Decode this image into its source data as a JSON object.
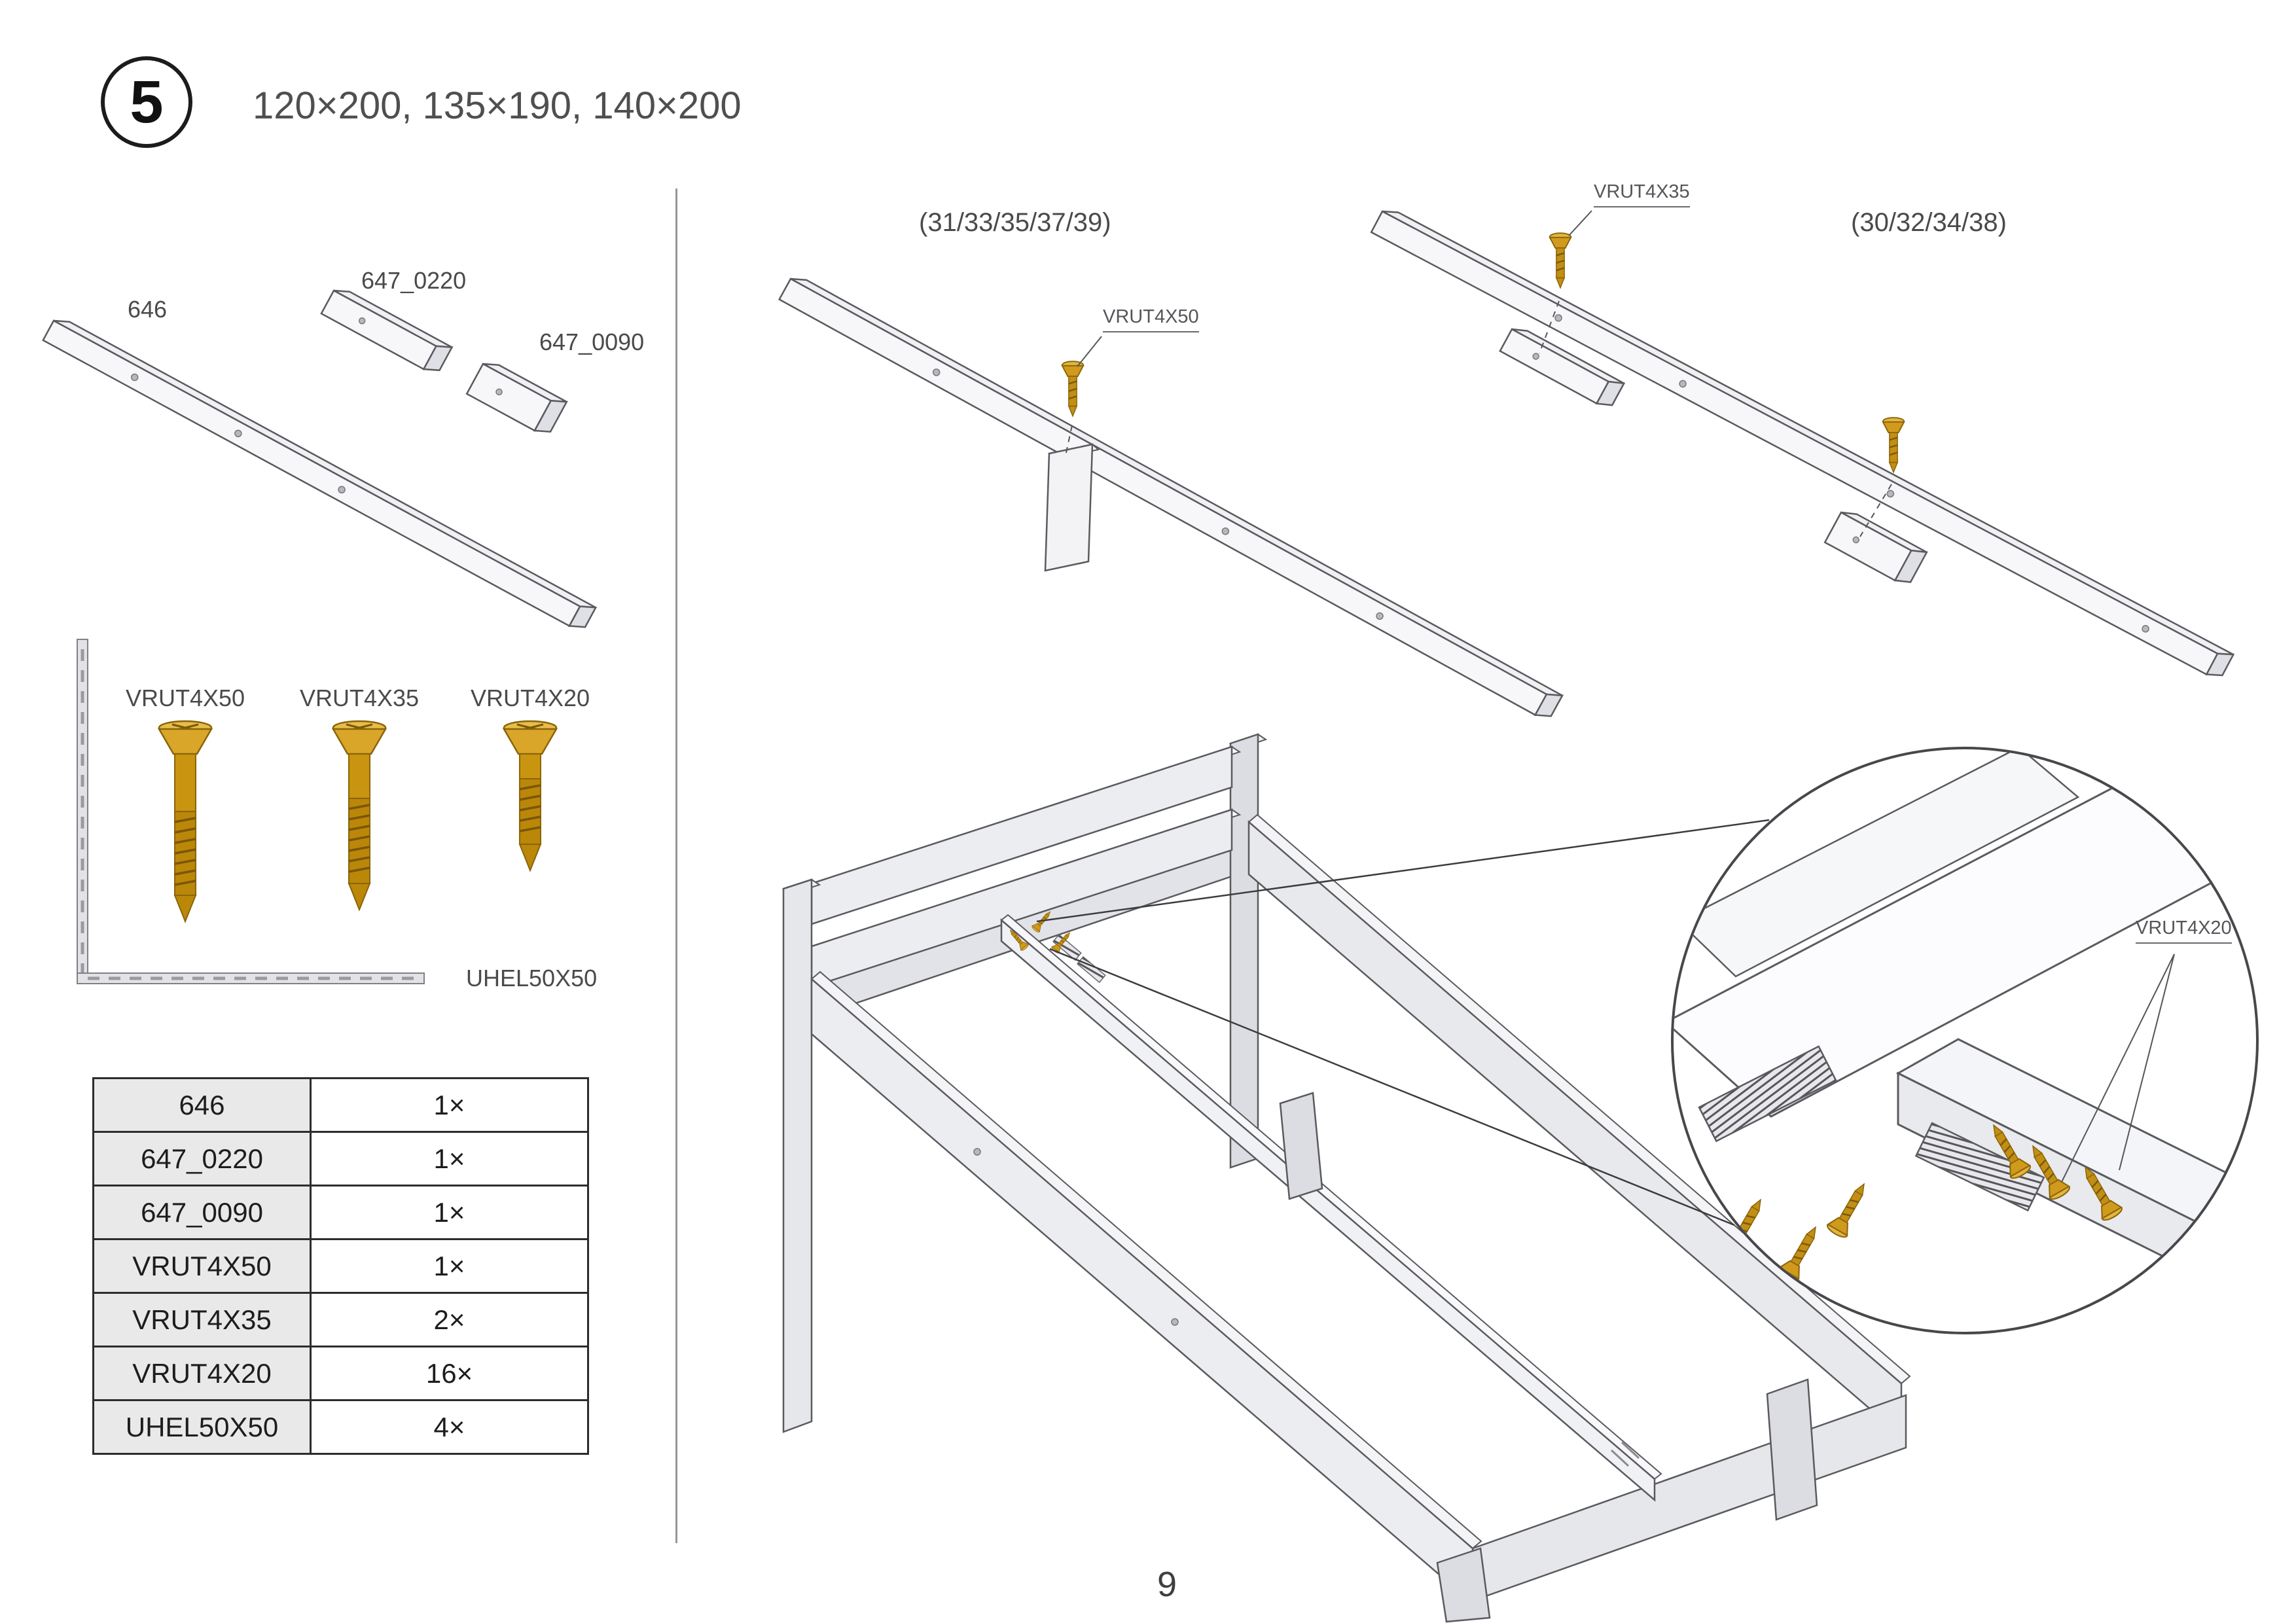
{
  "page": {
    "step_number": "5",
    "title": "120×200, 135×190, 140×200",
    "page_number": "9"
  },
  "parts": {
    "plank_long": "646",
    "plank_small": "647_0220",
    "plate_small": "647_0090",
    "screw_large": "VRUT4X50",
    "screw_medium": "VRUT4X35",
    "screw_small": "VRUT4X20",
    "bracket": "UHEL50X50"
  },
  "diagrams": {
    "left_variant": "(31/33/35/37/39)",
    "right_variant": "(30/32/34/38)",
    "left_screw_callout": "VRUT4X50",
    "right_screw_callout": "VRUT4X35",
    "magnifier_screw_callout": "VRUT4X20"
  },
  "parts_table": {
    "rows": [
      {
        "name": "646",
        "qty": "1×"
      },
      {
        "name": "647_0220",
        "qty": "1×"
      },
      {
        "name": "647_0090",
        "qty": "1×"
      },
      {
        "name": "VRUT4X50",
        "qty": "1×"
      },
      {
        "name": "VRUT4X35",
        "qty": "2×"
      },
      {
        "name": "VRUT4X20",
        "qty": "16×"
      },
      {
        "name": "UHEL50X50",
        "qty": "4×"
      }
    ]
  },
  "colors": {
    "screw_gold": "#c28e14",
    "outline": "#55555a",
    "wood": "#f1f2f5"
  }
}
